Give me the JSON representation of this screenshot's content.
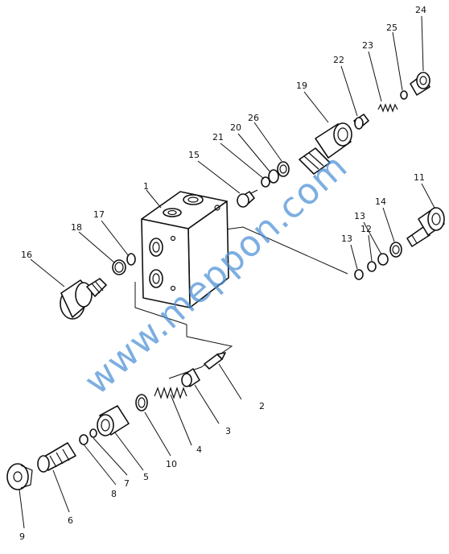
{
  "watermark": "www.meppon.com",
  "part_numbers": [
    "1",
    "2",
    "3",
    "4",
    "5",
    "6",
    "7",
    "8",
    "9",
    "10",
    "11",
    "12",
    "13",
    "13",
    "14",
    "15",
    "16",
    "17",
    "18",
    "19",
    "20",
    "21",
    "22",
    "23",
    "24",
    "25",
    "26"
  ]
}
